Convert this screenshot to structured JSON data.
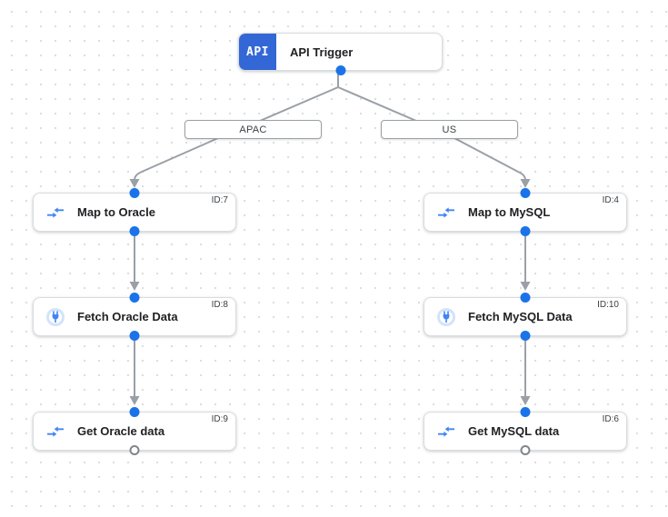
{
  "trigger": {
    "badge": "API",
    "title": "API Trigger"
  },
  "tasks": [
    {
      "title": "Map to Oracle",
      "id_label": "ID:7",
      "icon": "data-mapping-icon",
      "column": "left",
      "row": 1
    },
    {
      "title": "Fetch Oracle Data",
      "id_label": "ID:8",
      "icon": "connectors-icon",
      "column": "left",
      "row": 2
    },
    {
      "title": "Get Oracle data",
      "id_label": "ID:9",
      "icon": "data-mapping-icon",
      "column": "left",
      "row": 3
    },
    {
      "title": "Map to MySQL",
      "id_label": "ID:4",
      "icon": "data-mapping-icon",
      "column": "right",
      "row": 1
    },
    {
      "title": "Fetch MySQL Data",
      "id_label": "ID:10",
      "icon": "connectors-icon",
      "column": "right",
      "row": 2
    },
    {
      "title": "Get MySQL data",
      "id_label": "ID:6",
      "icon": "data-mapping-icon",
      "column": "right",
      "row": 3
    }
  ],
  "edges": [
    {
      "from": "API Trigger",
      "to": "Map to Oracle",
      "label": "APAC"
    },
    {
      "from": "API Trigger",
      "to": "Map to MySQL",
      "label": "US"
    },
    {
      "from": "Map to Oracle",
      "to": "Fetch Oracle Data",
      "label": ""
    },
    {
      "from": "Fetch Oracle Data",
      "to": "Get Oracle data",
      "label": ""
    },
    {
      "from": "Map to MySQL",
      "to": "Fetch MySQL Data",
      "label": ""
    },
    {
      "from": "Fetch MySQL Data",
      "to": "Get MySQL data",
      "label": ""
    }
  ],
  "colors": {
    "accent_blue": "#1a73e8",
    "badge_blue": "#3367d6",
    "icon_blue": "#4285f4",
    "icon_light_blue": "#d2e3fc",
    "edge_gray": "#9aa0a6",
    "node_border": "#dadce0",
    "title_text": "#202124",
    "secondary_text": "#3c4043",
    "grid_dot": "#d9dce1"
  }
}
